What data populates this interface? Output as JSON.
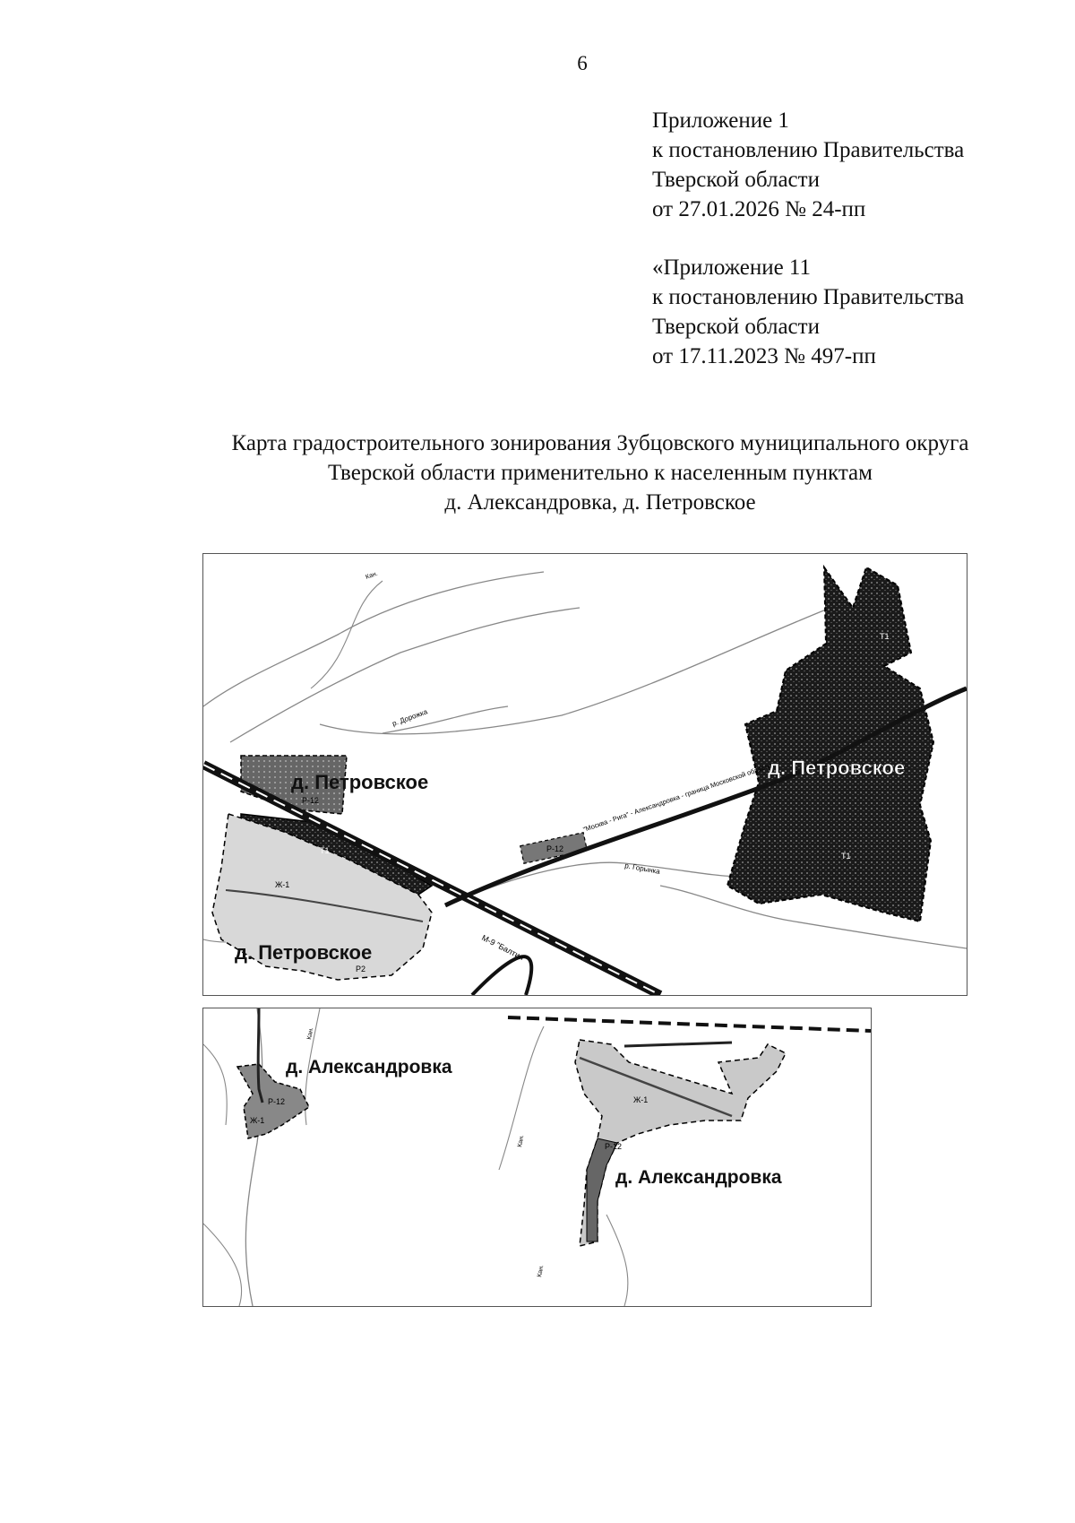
{
  "page_number": "6",
  "appendix_1": {
    "lines": [
      "Приложение 1",
      "к постановлению Правительства",
      "Тверской области",
      "от 27.01.2026 № 24-пп"
    ]
  },
  "appendix_11": {
    "lines": [
      "«Приложение 11",
      "к постановлению Правительства",
      "Тверской области",
      "от 17.11.2023 № 497-пп"
    ]
  },
  "title": {
    "lines": [
      "Карта градостроительного зонирования Зубцовского муниципального округа",
      "Тверской области применительно к населенным пунктам",
      "д. Александровка, д. Петровское"
    ]
  },
  "map_top": {
    "labels": {
      "settlement_nw": "д. Петровское",
      "settlement_e": "д. Петровское",
      "settlement_sw": "д. Петровское",
      "zone_r12_a": "Р-12",
      "zone_r12_b": "Р-12",
      "zone_t1_a": "Т1",
      "zone_t1_b": "Т1",
      "zone_t1_c": "Т1",
      "zone_zh1": "Ж-1",
      "zone_r2": "Р2",
      "road_main": "М-9 \"Балтия\"",
      "road_secondary": "\"Москва - Рига\" - Александровка - граница Московской области",
      "river_1": "р. Дорожка",
      "river_2": "р. Горынка",
      "canal": "Кан."
    }
  },
  "map_bottom": {
    "labels": {
      "settlement_w": "д. Александровка",
      "settlement_e": "д. Александровка",
      "zone_r12_w": "Р-12",
      "zone_zh1_w": "Ж-1",
      "zone_zh1_e": "Ж-1",
      "zone_r12_e": "Р-12",
      "canal_1": "Кан.",
      "canal_2": "Кан.",
      "canal_3": "Кан."
    }
  }
}
